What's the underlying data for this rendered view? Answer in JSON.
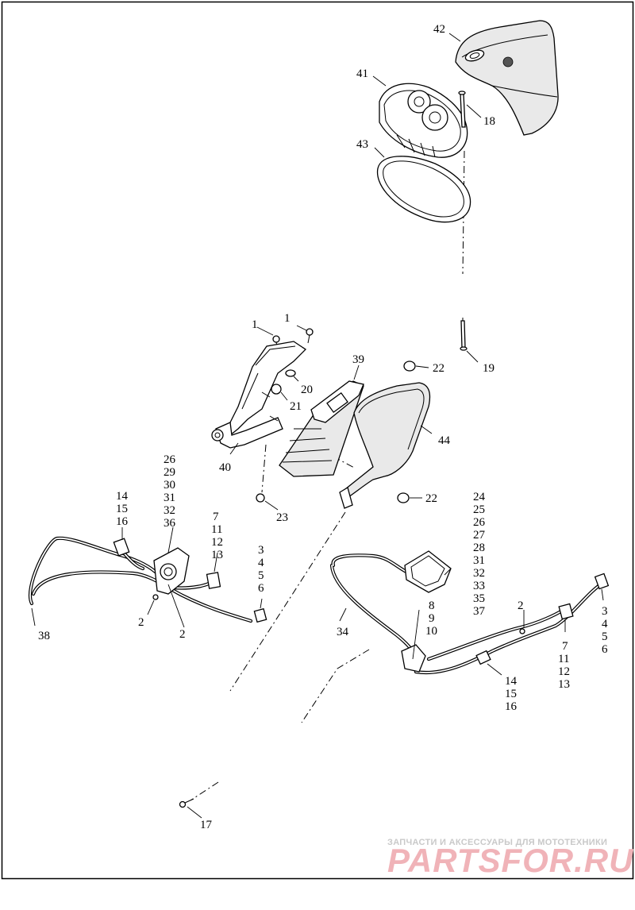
{
  "labels": {
    "l42": "42",
    "l41": "41",
    "l18": "18",
    "l43": "43",
    "l1a": "1",
    "l1b": "1",
    "l19": "19",
    "l39": "39",
    "l22a": "22",
    "l20": "20",
    "l21": "21",
    "l44": "44",
    "l40": "40",
    "l23": "23",
    "l22b": "22",
    "g_left_connector": [
      "26",
      "29",
      "30",
      "31",
      "32",
      "36"
    ],
    "g_left_plug": [
      "14",
      "15",
      "16"
    ],
    "g_left_mid": [
      "7",
      "11",
      "12",
      "13"
    ],
    "g_left_end": [
      "3",
      "4",
      "5",
      "6"
    ],
    "g_right_connector": [
      "24",
      "25",
      "26",
      "27",
      "28",
      "31",
      "32",
      "33",
      "35",
      "37"
    ],
    "g_right_socket": [
      "8",
      "9",
      "10"
    ],
    "g_right_end": [
      "3",
      "4",
      "5",
      "6"
    ],
    "g_right_mid": [
      "7",
      "11",
      "12",
      "13"
    ],
    "g_right_plug": [
      "14",
      "15",
      "16"
    ],
    "l38": "38",
    "l2a": "2",
    "l2b": "2",
    "l34": "34",
    "l2c": "2",
    "l17": "17"
  },
  "watermark": {
    "tagline": "ЗАПЧАСТИ И АКСЕССУАРЫ ДЛЯ МОТОТЕХНИКИ",
    "brand": "PARTSFOR.RU"
  }
}
